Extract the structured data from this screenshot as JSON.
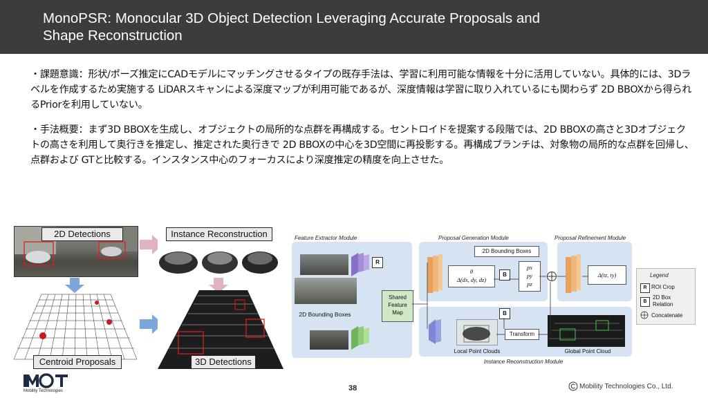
{
  "slide": {
    "title_line1": "MonoPSR: Monocular 3D Object Detection Leveraging Accurate Proposals and",
    "title_line2": "Shape Reconstruction",
    "paragraph1": "・課題意識：形状/ポーズ推定にCADモデルにマッチングさせるタイプの既存手法は、学習に利用可能な情報を十分に活用していない。具体的には、3Dラベルを作成するため実施する LiDARスキャンによる深度マップが利用可能であるが、深度情報は学習に取り入れているにも関わらず 2D BBOXから得られるPriorを利用していない。",
    "paragraph2": "・手法概要：まず3D BBOXを生成し、オブジェクトの局所的な点群を再構成する。セントロイドを提案する段階では、2D BBOXの高さと3Dオブジェクトの高さを利用して奥行きを推定し、推定された奥行きで 2D BBOXの中心を3D空間に再投影する。再構成ブランチは、対象物の局所的な点群を回帰し、点群および GTと比較する。インスタンス中心のフォーカスにより深度推定の精度を向上させた。",
    "page_number": "38",
    "copyright": "Mobility Technologies Co., Ltd.",
    "logo_caption": "Mobility Technologies"
  },
  "figure_left": {
    "label_2d": "2D Detections",
    "label_instance": "Instance Reconstruction",
    "label_centroid": "Centroid Proposals",
    "label_3d": "3D Detections"
  },
  "figure_right": {
    "feature_module": "Feature Extractor Module",
    "proposal_module": "Proposal Generation Module",
    "refine_module": "Proposal Refinement Module",
    "instance_module": "Instance Reconstruction Module",
    "bbox_label": "2D Bounding Boxes",
    "bbox_label2": "2D Bounding Boxes",
    "shared_map": [
      "Shared",
      "Feature",
      "Map"
    ],
    "r_box": "R",
    "b_box": "B",
    "b_box2": "B",
    "theta": "θ",
    "delta_d": "Δ(dx, dy, dz)",
    "p_values": [
      "px",
      "py",
      "pz"
    ],
    "delta_t": "Δ(tz, ty)",
    "transform": "Transform",
    "local_pc": "Local Point Clouds",
    "global_pc": "Global Point Cloud",
    "legend_title": "Legend",
    "legend_r": "ROI Crop",
    "legend_b1": "2D Box",
    "legend_b2": "Relation",
    "legend_c": "Concatenate"
  }
}
